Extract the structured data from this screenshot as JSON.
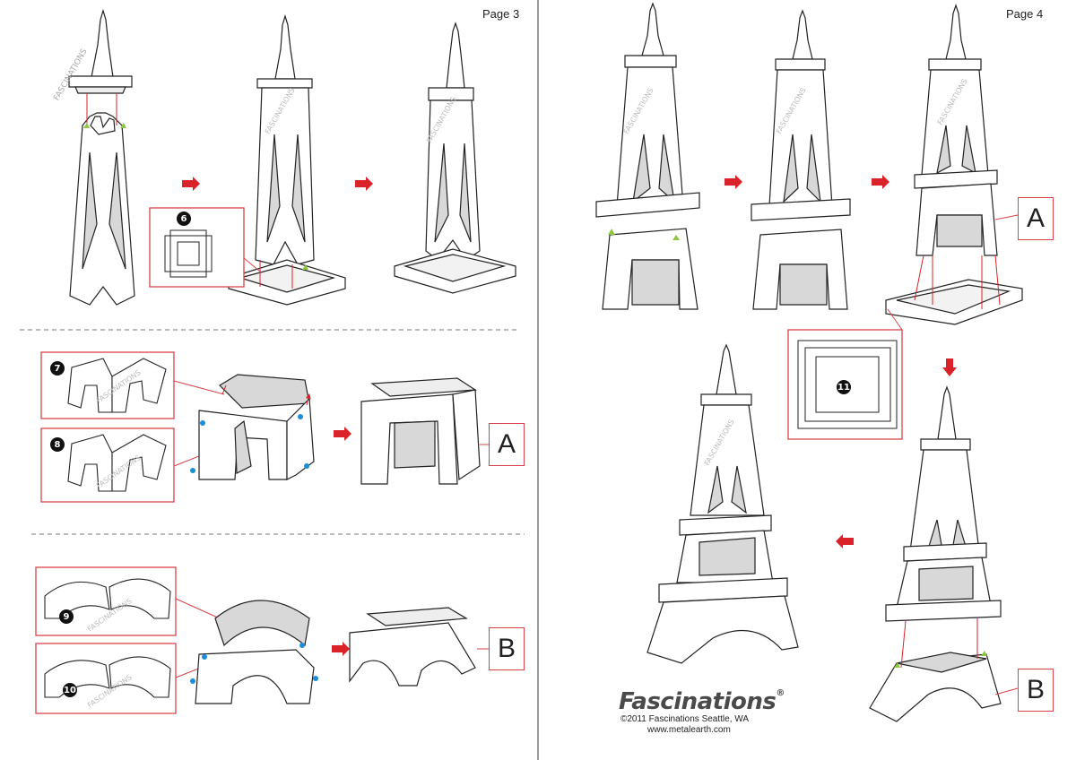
{
  "pages": {
    "left_label": "Page 3",
    "right_label": "Page 4"
  },
  "steps": {
    "s6": "6",
    "s7": "7",
    "s8": "8",
    "s9": "9",
    "s10": "10",
    "s11": "11"
  },
  "sections": {
    "a_label": "A",
    "b_label": "B"
  },
  "footer": {
    "brand": "Fascinations",
    "registered": "®",
    "copyright": "©2011  Fascinations Seattle, WA",
    "website": "www.metalearth.com"
  },
  "watermark": "FASCINATIONS",
  "colors": {
    "accent_red": "#d9222a",
    "outline": "#222222",
    "shade": "#d8d8d8",
    "box_border": "#d9434a",
    "tab_blue": "#1a8fd8",
    "tab_green": "#8dc63f"
  }
}
